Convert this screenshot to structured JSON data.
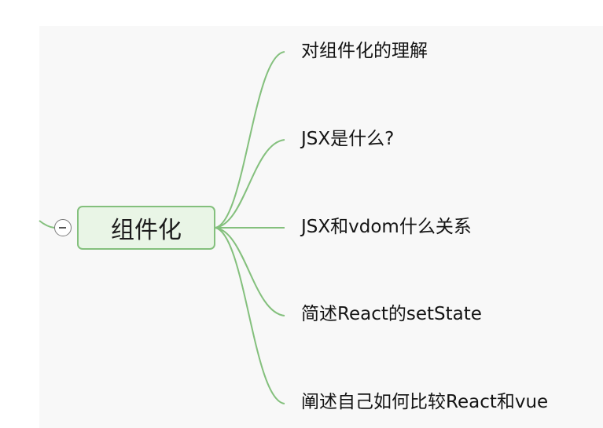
{
  "mindmap": {
    "central_topic": "组件化",
    "branch_color": "#84c07d",
    "node_fill": "#e9f5e6",
    "toggle_icon": "collapse-minus-icon",
    "subtopics": [
      "对组件化的理解",
      "JSX是什么?",
      "JSX和vdom什么关系",
      "简述React的setState",
      "阐述自己如何比较React和vue"
    ]
  }
}
